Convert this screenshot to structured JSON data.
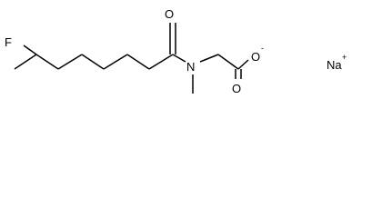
{
  "molecule": {
    "atoms": {
      "fluorine": "F",
      "oxygen_carbonyl_top": "O",
      "nitrogen": "N",
      "oxygen_anion": "O",
      "oxygen_carbonyl_bottom": "O",
      "sodium": "Na"
    },
    "charges": {
      "oxygen_anion": "-",
      "sodium": "+"
    }
  }
}
